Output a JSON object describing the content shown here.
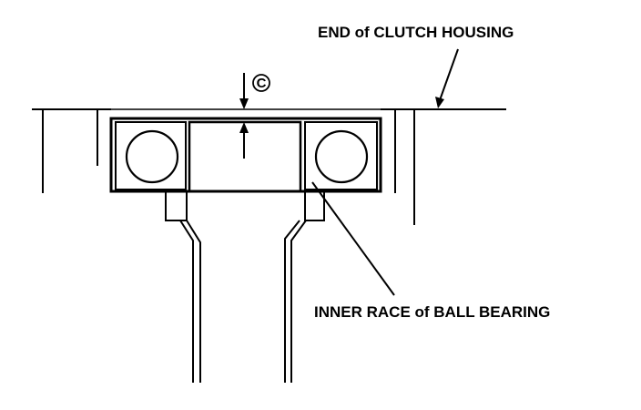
{
  "labels": {
    "clutch_housing_end": "END of CLUTCH HOUSING",
    "inner_race": "INNER RACE of BALL BEARING",
    "measurement_c": "C"
  },
  "colors": {
    "ink": "#000000",
    "paper": "#ffffff"
  }
}
